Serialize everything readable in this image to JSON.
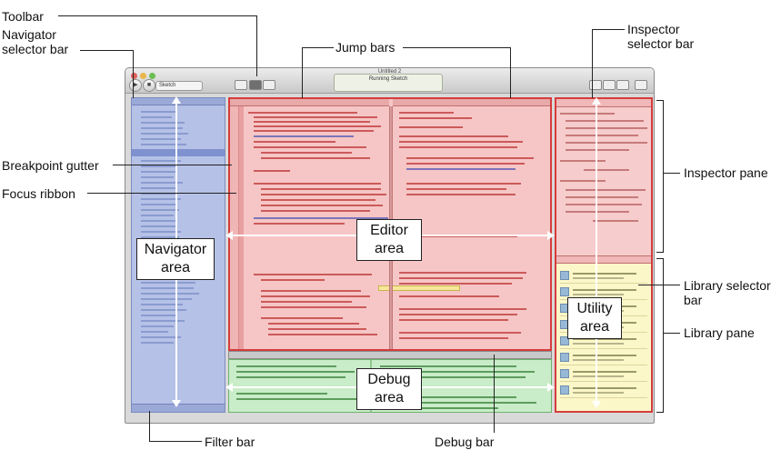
{
  "callouts": {
    "toolbar": "Toolbar",
    "navigator_selector_bar": "Navigator selector bar",
    "jump_bars": "Jump bars",
    "inspector_selector_bar": "Inspector selector bar",
    "breakpoint_gutter": "Breakpoint gutter",
    "focus_ribbon": "Focus ribbon",
    "inspector_pane": "Inspector pane",
    "library_selector_bar": "Library selector bar",
    "library_pane": "Library pane",
    "filter_bar": "Filter bar",
    "debug_bar": "Debug bar"
  },
  "areas": {
    "navigator": "Navigator area",
    "editor": "Editor area",
    "debug": "Debug area",
    "utility": "Utility area"
  },
  "window": {
    "title": "Untitled 2",
    "activity_status": "Running Sketch",
    "scheme": "Sketch"
  },
  "colors": {
    "navigator_fill": "#b5c1e6",
    "editor_fill": "#f6c6c6",
    "debug_fill": "#c9ecc9",
    "utility_fill": "#faf7cc",
    "highlight_border": "#d53c3c"
  }
}
